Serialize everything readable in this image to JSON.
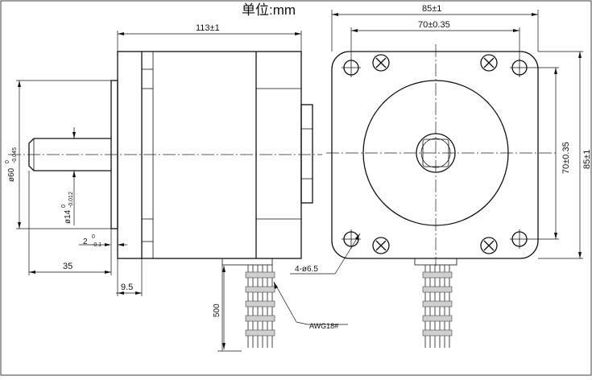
{
  "unit_label": "单位:mm",
  "dimensions": {
    "side_body_length": "113±1",
    "front_width_top": "85±1",
    "front_hole_spacing_top": "70±0.35",
    "front_hole_spacing_right": "70±0.35",
    "front_height_right": "85±1",
    "flange_diameter_main": "ø60",
    "flange_diameter_tol_upper": "0",
    "flange_diameter_tol_lower": "-0.045",
    "shaft_diameter_main": "ø14",
    "shaft_diameter_tol_upper": "0",
    "shaft_diameter_tol_lower": "-0.012",
    "boss_height_main": "2",
    "boss_height_tol_upper": "0",
    "boss_height_tol_lower": "-0.1",
    "shaft_length": "35",
    "flange_thickness": "9.5",
    "lead_length": "500",
    "mounting_holes": "4-ø6.5",
    "wire_gauge": "AWG18#"
  }
}
